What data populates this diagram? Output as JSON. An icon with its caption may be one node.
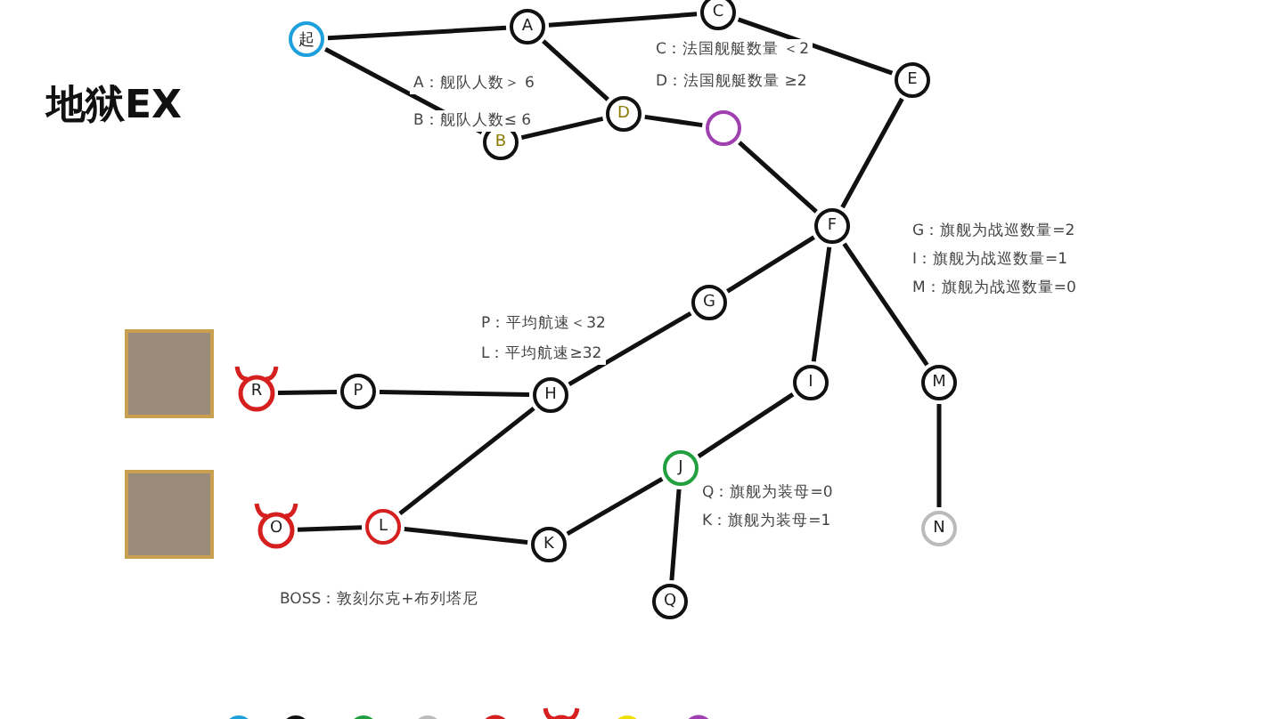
{
  "diagram": {
    "title": "地狱EX",
    "nodes": [
      {
        "text": [
          "起"
        ]
      },
      {
        "text": [
          "A"
        ]
      },
      {
        "text": [
          "C"
        ]
      },
      {
        "text": [
          "B"
        ]
      },
      {
        "text": [
          "D"
        ]
      },
      {
        "text": [],
        "shape": "circle"
      },
      {
        "text": [
          "E"
        ]
      },
      {
        "text": [
          "F"
        ]
      },
      {
        "text": [
          "G"
        ]
      },
      {
        "text": [
          "I"
        ]
      },
      {
        "text": [
          "M"
        ]
      },
      {
        "text": [
          "R"
        ]
      },
      {
        "text": [
          "P"
        ]
      },
      {
        "text": [
          "H"
        ]
      },
      {
        "text": [
          "J"
        ]
      },
      {
        "text": [
          "N"
        ]
      },
      {
        "text": [
          "O"
        ]
      },
      {
        "text": [
          "L"
        ]
      },
      {
        "text": [
          "K"
        ]
      },
      {
        "text": [
          "Q"
        ]
      }
    ],
    "edges": [
      {
        "from": 0,
        "to": 1,
        "arrow": "none"
      },
      {
        "from": 0,
        "to": 3,
        "arrow": "none"
      },
      {
        "from": 1,
        "to": 2,
        "arrow": "none"
      },
      {
        "from": 1,
        "to": 4,
        "arrow": "none"
      },
      {
        "from": 3,
        "to": 4,
        "arrow": "none"
      },
      {
        "from": 4,
        "to": 5,
        "arrow": "none"
      },
      {
        "from": 2,
        "to": 6,
        "arrow": "none"
      },
      {
        "from": 5,
        "to": 7,
        "arrow": "none"
      },
      {
        "from": 6,
        "to": 7,
        "arrow": "none"
      },
      {
        "from": 7,
        "to": 8,
        "arrow": "none"
      },
      {
        "from": 7,
        "to": 9,
        "arrow": "none"
      },
      {
        "from": 7,
        "to": 10,
        "arrow": "none"
      },
      {
        "from": 8,
        "to": 13,
        "arrow": "none"
      },
      {
        "from": 13,
        "to": 12,
        "arrow": "none"
      },
      {
        "from": 12,
        "to": 11,
        "arrow": "none"
      },
      {
        "from": 13,
        "to": 17,
        "arrow": "none"
      },
      {
        "from": 17,
        "to": 16,
        "arrow": "none"
      },
      {
        "from": 17,
        "to": 18,
        "arrow": "none"
      },
      {
        "from": 18,
        "to": 14,
        "arrow": "none"
      },
      {
        "from": 14,
        "to": 9,
        "arrow": "none"
      },
      {
        "from": 14,
        "to": 19,
        "arrow": "none"
      },
      {
        "from": 10,
        "to": 15,
        "arrow": "none"
      }
    ],
    "labels": [
      "A：舰队人数＞ 6",
      "B：舰队人数≤ 6",
      "C：法国舰艇数量 ＜2",
      "D：法国舰艇数量 ≥2",
      "G：旗舰为战巡数量=2",
      "I：旗舰为战巡数量=1",
      "M：旗舰为战巡数量=0",
      "P：平均航速＜32",
      "L：平均航速≥32",
      "Q：旗舰为装母=0",
      "K：旗舰为装母=1",
      "BOSS：敦刻尔克+布列塔尼"
    ]
  }
}
